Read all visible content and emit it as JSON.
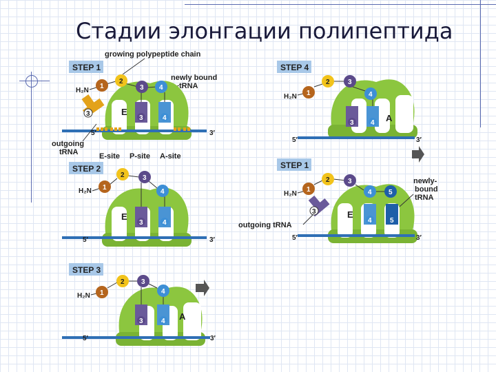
{
  "slide": {
    "title": "Стадии элонгации полипептида"
  },
  "labels": {
    "growing_chain": "growing polypeptide chain",
    "newly_bound_1": "newly bound",
    "newly_bound_2": "tRNA",
    "outgoing_1": "outgoing",
    "outgoing_2": "tRNA",
    "e_site": "E-site",
    "p_site": "P-site",
    "a_site": "A-site",
    "newly_b_1": "newly-",
    "newly_b_2": "bound",
    "newly_b_3": "tRNA",
    "outgoing_trna": "outgoing tRNA"
  },
  "common": {
    "h2n": "H₂N",
    "five_prime": "5′",
    "three_prime": "3′",
    "E": "E",
    "A": "A"
  },
  "aa": {
    "n1": "1",
    "n2": "2",
    "n3": "3",
    "n4": "4",
    "n5": "5"
  },
  "colors": {
    "ribosome": "#8cc63f",
    "ribosome_dark": "#6aa02c",
    "mrna": "#2f6fb5",
    "aa1": "#b5651d",
    "aa2": "#f2c31b",
    "aa3": "#5b4a8a",
    "aa4": "#3d8fd6",
    "aa5": "#1e5fa8",
    "trna_purple": "#6a5a9a",
    "trna_blue": "#4a94d4",
    "trna_orange": "#e3a21a",
    "arrow": "#555555"
  },
  "panels": [
    {
      "step": "STEP 1"
    },
    {
      "step": "STEP 2"
    },
    {
      "step": "STEP 3"
    },
    {
      "step": "STEP 4"
    },
    {
      "step": "STEP 1"
    }
  ]
}
